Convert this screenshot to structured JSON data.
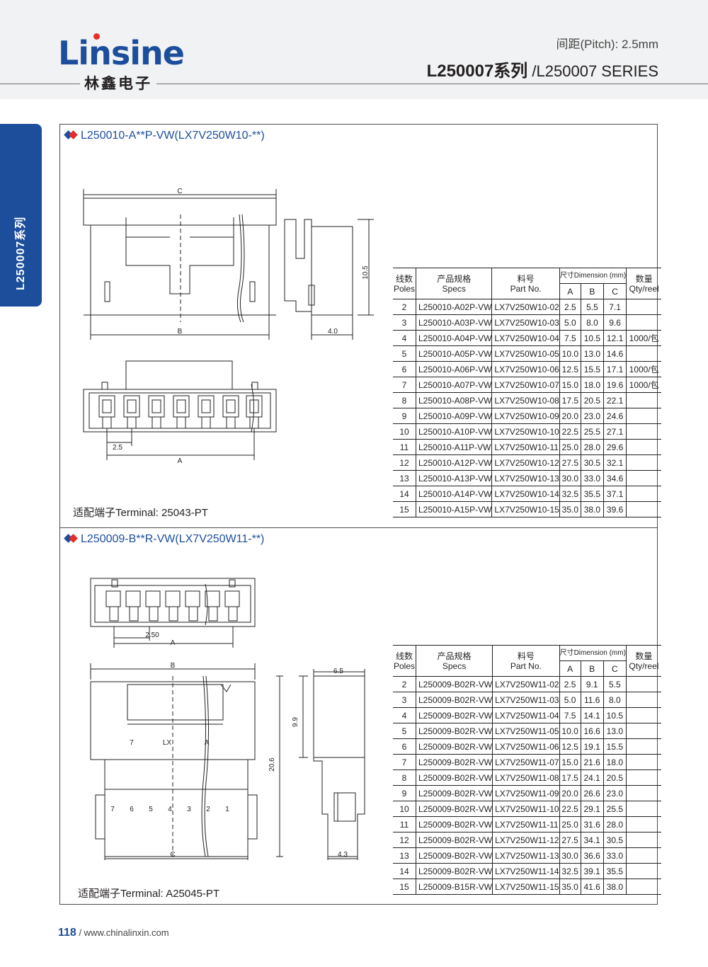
{
  "header": {
    "logo_text": "Linsine",
    "logo_cn": "林鑫电子",
    "pitch": "间距(Pitch): 2.5mm",
    "series_bold": "L250007系列",
    "series_rest": " /L250007 SERIES"
  },
  "side_tab": "L250007系列",
  "colors": {
    "brand_blue": "#1d4e9c",
    "accent_red": "#e62d2a"
  },
  "sections": [
    {
      "title": "L250010-A**P-VW(LX7V250W10-**)",
      "terminal": "适配端子Terminal:  25043-PT",
      "drawing_labels": {
        "C": "C",
        "B": "B",
        "A": "A",
        "pitch": "2.5",
        "height": "10.5",
        "depth": "4.0"
      },
      "table": {
        "h_poles_cn": "线数",
        "h_poles_en": "Poles",
        "h_specs_cn": "产品规格",
        "h_specs_en": "Specs",
        "h_part_cn": "料号",
        "h_part_en": "Part No.",
        "h_dim": "尺寸Dimension (mm)",
        "h_a": "A",
        "h_b": "B",
        "h_c": "C",
        "h_qty_cn": "数量",
        "h_qty_en": "Qty/reel",
        "rows": [
          {
            "poles": "2",
            "spec": "L250010-A02P-VW",
            "part": "LX7V250W10-02",
            "a": "2.5",
            "b": "5.5",
            "c": "7.1",
            "qty": ""
          },
          {
            "poles": "3",
            "spec": "L250010-A03P-VW",
            "part": "LX7V250W10-03",
            "a": "5.0",
            "b": "8.0",
            "c": "9.6",
            "qty": ""
          },
          {
            "poles": "4",
            "spec": "L250010-A04P-VW",
            "part": "LX7V250W10-04",
            "a": "7.5",
            "b": "10.5",
            "c": "12.1",
            "qty": "1000/包"
          },
          {
            "poles": "5",
            "spec": "L250010-A05P-VW",
            "part": "LX7V250W10-05",
            "a": "10.0",
            "b": "13.0",
            "c": "14.6",
            "qty": ""
          },
          {
            "poles": "6",
            "spec": "L250010-A06P-VW",
            "part": "LX7V250W10-06",
            "a": "12.5",
            "b": "15.5",
            "c": "17.1",
            "qty": "1000/包"
          },
          {
            "poles": "7",
            "spec": "L250010-A07P-VW",
            "part": "LX7V250W10-07",
            "a": "15.0",
            "b": "18.0",
            "c": "19.6",
            "qty": "1000/包"
          },
          {
            "poles": "8",
            "spec": "L250010-A08P-VW",
            "part": "LX7V250W10-08",
            "a": "17.5",
            "b": "20.5",
            "c": "22.1",
            "qty": ""
          },
          {
            "poles": "9",
            "spec": "L250010-A09P-VW",
            "part": "LX7V250W10-09",
            "a": "20.0",
            "b": "23.0",
            "c": "24.6",
            "qty": ""
          },
          {
            "poles": "10",
            "spec": "L250010-A10P-VW",
            "part": "LX7V250W10-10",
            "a": "22.5",
            "b": "25.5",
            "c": "27.1",
            "qty": ""
          },
          {
            "poles": "11",
            "spec": "L250010-A11P-VW",
            "part": "LX7V250W10-11",
            "a": "25.0",
            "b": "28.0",
            "c": "29.6",
            "qty": ""
          },
          {
            "poles": "12",
            "spec": "L250010-A12P-VW",
            "part": "LX7V250W10-12",
            "a": "27.5",
            "b": "30.5",
            "c": "32.1",
            "qty": ""
          },
          {
            "poles": "13",
            "spec": "L250010-A13P-VW",
            "part": "LX7V250W10-13",
            "a": "30.0",
            "b": "33.0",
            "c": "34.6",
            "qty": ""
          },
          {
            "poles": "14",
            "spec": "L250010-A14P-VW",
            "part": "LX7V250W10-14",
            "a": "32.5",
            "b": "35.5",
            "c": "37.1",
            "qty": ""
          },
          {
            "poles": "15",
            "spec": "L250010-A15P-VW",
            "part": "LX7V250W10-15",
            "a": "35.0",
            "b": "38.0",
            "c": "39.6",
            "qty": ""
          }
        ]
      }
    },
    {
      "title": "L250009-B**R-VW(LX7V250W11-**)",
      "terminal": "适配端子Terminal:  A25045-PT",
      "drawing_labels": {
        "A": "A",
        "B": "B",
        "C": "C",
        "pitch": "2.50",
        "width": "6.5",
        "h1": "9.9",
        "h2": "20.6",
        "depth": "4.3",
        "mark_7": "7",
        "mark_lx": "LX",
        "mark_a": "A",
        "pins": [
          "7",
          "6",
          "5",
          "4",
          "3",
          "2",
          "1"
        ]
      },
      "table": {
        "h_poles_cn": "线数",
        "h_poles_en": "Poles",
        "h_specs_cn": "产品规格",
        "h_specs_en": "Specs",
        "h_part_cn": "料号",
        "h_part_en": "Part No.",
        "h_dim": "尺寸Dimension (mm)",
        "h_a": "A",
        "h_b": "B",
        "h_c": "C",
        "h_qty_cn": "数量",
        "h_qty_en": "Qty/reel",
        "rows": [
          {
            "poles": "2",
            "spec": "L250009-B02R-VW",
            "part": "LX7V250W11-02",
            "a": "2.5",
            "b": "9.1",
            "c": "5.5",
            "qty": ""
          },
          {
            "poles": "3",
            "spec": "L250009-B02R-VW",
            "part": "LX7V250W11-03",
            "a": "5.0",
            "b": "11.6",
            "c": "8.0",
            "qty": ""
          },
          {
            "poles": "4",
            "spec": "L250009-B02R-VW",
            "part": "LX7V250W11-04",
            "a": "7.5",
            "b": "14.1",
            "c": "10.5",
            "qty": ""
          },
          {
            "poles": "5",
            "spec": "L250009-B02R-VW",
            "part": "LX7V250W11-05",
            "a": "10.0",
            "b": "16.6",
            "c": "13.0",
            "qty": ""
          },
          {
            "poles": "6",
            "spec": "L250009-B02R-VW",
            "part": "LX7V250W11-06",
            "a": "12.5",
            "b": "19.1",
            "c": "15.5",
            "qty": ""
          },
          {
            "poles": "7",
            "spec": "L250009-B02R-VW",
            "part": "LX7V250W11-07",
            "a": "15.0",
            "b": "21.6",
            "c": "18.0",
            "qty": ""
          },
          {
            "poles": "8",
            "spec": "L250009-B02R-VW",
            "part": "LX7V250W11-08",
            "a": "17.5",
            "b": "24.1",
            "c": "20.5",
            "qty": ""
          },
          {
            "poles": "9",
            "spec": "L250009-B02R-VW",
            "part": "LX7V250W11-09",
            "a": "20.0",
            "b": "26.6",
            "c": "23.0",
            "qty": ""
          },
          {
            "poles": "10",
            "spec": "L250009-B02R-VW",
            "part": "LX7V250W11-10",
            "a": "22.5",
            "b": "29.1",
            "c": "25.5",
            "qty": ""
          },
          {
            "poles": "11",
            "spec": "L250009-B02R-VW",
            "part": "LX7V250W11-11",
            "a": "25.0",
            "b": "31.6",
            "c": "28.0",
            "qty": ""
          },
          {
            "poles": "12",
            "spec": "L250009-B02R-VW",
            "part": "LX7V250W11-12",
            "a": "27.5",
            "b": "34.1",
            "c": "30.5",
            "qty": ""
          },
          {
            "poles": "13",
            "spec": "L250009-B02R-VW",
            "part": "LX7V250W11-13",
            "a": "30.0",
            "b": "36.6",
            "c": "33.0",
            "qty": ""
          },
          {
            "poles": "14",
            "spec": "L250009-B02R-VW",
            "part": "LX7V250W11-14",
            "a": "32.5",
            "b": "39.1",
            "c": "35.5",
            "qty": ""
          },
          {
            "poles": "15",
            "spec": "L250009-B15R-VW",
            "part": "LX7V250W11-15",
            "a": "35.0",
            "b": "41.6",
            "c": "38.0",
            "qty": ""
          }
        ]
      }
    }
  ],
  "footer": {
    "page": "118",
    "url": "/ www.chinalinxin.com"
  }
}
